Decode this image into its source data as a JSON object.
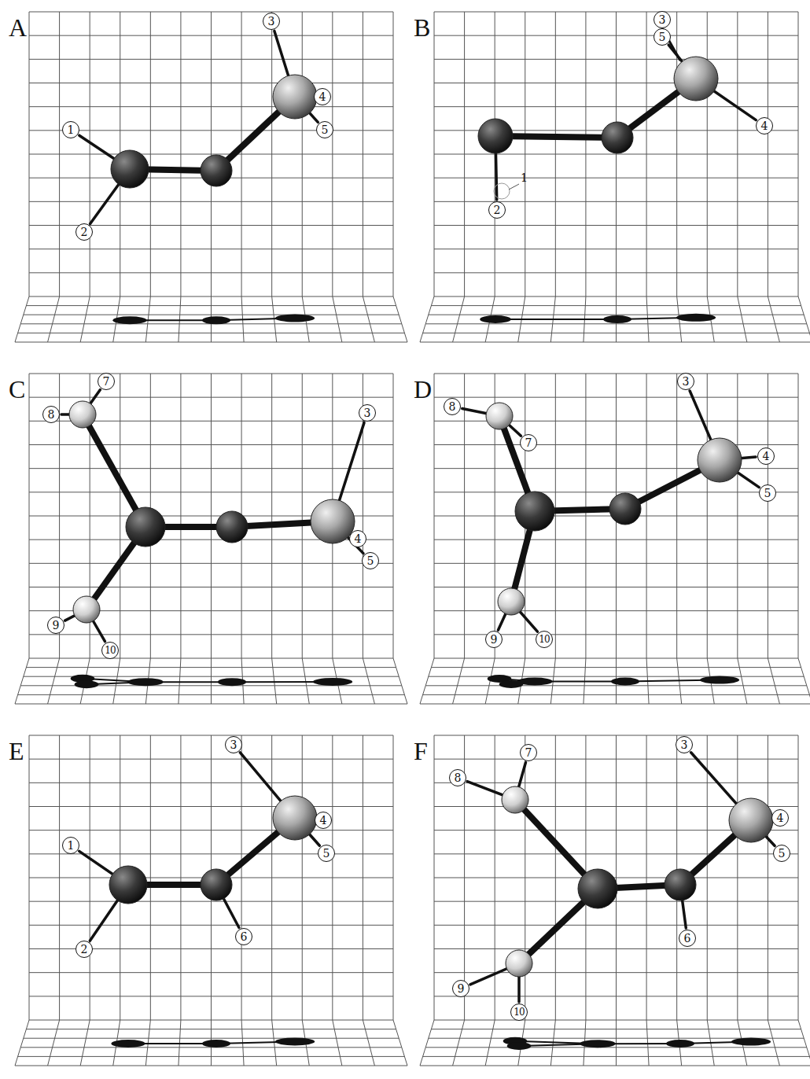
{
  "diagram": {
    "labels": [
      "A",
      "1",
      "2",
      "3",
      "4",
      "5",
      "B",
      "3",
      "5",
      "1",
      "2",
      "4",
      "C",
      "7",
      "8",
      "3",
      "9",
      "4",
      "5",
      "10",
      "D",
      "8",
      "7",
      "3",
      "4",
      "5",
      "9",
      "10",
      "E",
      "1",
      "3",
      "4",
      "5",
      "2",
      "6",
      "F",
      "7",
      "3",
      "8",
      "4",
      "5",
      "6",
      "9",
      "10"
    ]
  }
}
